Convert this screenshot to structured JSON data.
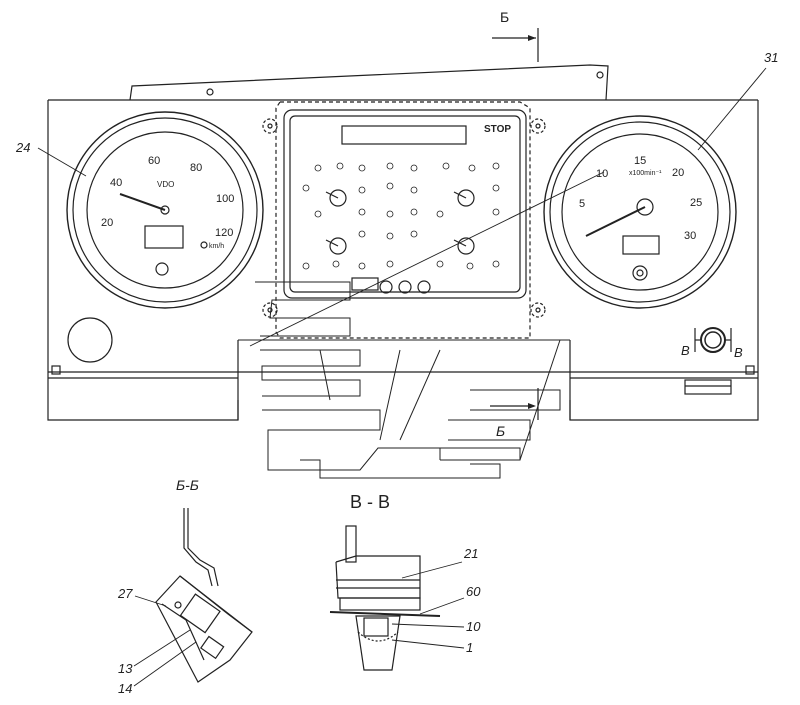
{
  "title": "Instrument panel assembly drawing",
  "section_marks": {
    "top_letter": "Б",
    "bottom_letter": "Б",
    "left_letter": "В",
    "right_letter": "В"
  },
  "section_titles": {
    "b_b": "Б-Б",
    "v_v": "В - В"
  },
  "callouts": {
    "speedometer": "24",
    "tachometer": "31",
    "bracket": "27",
    "item_13": "13",
    "item_14": "14",
    "sensor_body": "21",
    "panel_ring": "60",
    "nut": "10",
    "lamp_housing": "1"
  },
  "speedometer": {
    "brand": "VDO",
    "scale": [
      "20",
      "40",
      "60",
      "80",
      "100",
      "120"
    ],
    "unit": "km/h"
  },
  "tachometer": {
    "scale": [
      "5",
      "10",
      "15",
      "20",
      "25",
      "30"
    ],
    "unit": "x100min⁻¹"
  },
  "center_panel": {
    "stop_label": "STOP"
  }
}
